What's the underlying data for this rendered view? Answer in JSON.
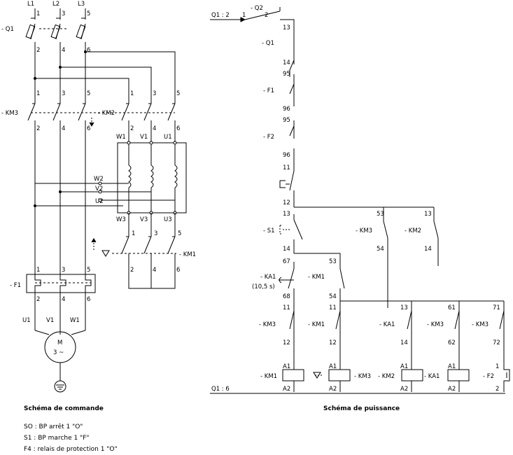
{
  "power": {
    "phases": [
      "L1",
      "L2",
      "L3"
    ],
    "phase_nums": [
      "1",
      "3",
      "5"
    ],
    "q1": "- Q1",
    "q1_out": [
      "2",
      "4",
      "6"
    ],
    "km3": "- KM3",
    "km2": "- KM2",
    "km3_in": [
      "1",
      "3",
      "5"
    ],
    "km3_out": [
      "2",
      "4",
      "6"
    ],
    "km2_in": [
      "1",
      "3",
      "5"
    ],
    "km2_out": [
      "2",
      "4",
      "6"
    ],
    "winding_top": [
      "W1",
      "V1",
      "U1"
    ],
    "winding_mid": [
      "W2",
      "V2",
      "U2"
    ],
    "winding_bot": [
      "W3",
      "V3",
      "U3"
    ],
    "km1": "- KM1",
    "km1_in": [
      "1",
      "3",
      "5"
    ],
    "km1_out": [
      "2",
      "4",
      "6"
    ],
    "f1": "- F1",
    "f1_in": [
      "1",
      "3",
      "5"
    ],
    "f1_out": [
      "2",
      "4",
      "6"
    ],
    "motor_terms": [
      "U1",
      "V1",
      "W1"
    ],
    "motor_m": "M",
    "motor_phase": "3 ~"
  },
  "control": {
    "q1_2": "Q1 : 2",
    "q2_1": "1",
    "q2_2": "2",
    "q2": "- Q2",
    "n13a": "13",
    "q1": "- Q1",
    "n14a": "14",
    "n95a": "95",
    "f1": "- F1",
    "n96a": "96",
    "n95b": "95",
    "f2": "- F2",
    "n96b": "96",
    "n11a": "11",
    "n12a": "12",
    "n13b": "13",
    "n53a": "53",
    "n13c": "13",
    "s1": "- S1",
    "km3a": "- KM3",
    "km2a": "- KM2",
    "n14b": "14",
    "n54a": "54",
    "n14c": "14",
    "n67": "67",
    "n53b": "53",
    "ka1": "- KA1",
    "ka1_t": "(10,5 s)",
    "km1a": "- KM1",
    "n68": "68",
    "n54b": "54",
    "c11a": "11",
    "c11b": "11",
    "c13": "13",
    "c61": "61",
    "c71": "71",
    "km3b": "- KM3",
    "km1b": "- KM1",
    "ka1b": "- KA1",
    "km3c": "- KM3",
    "km3d": "- KM3",
    "c12a": "12",
    "c12b": "12",
    "c14": "14",
    "c62": "62",
    "c72": "72",
    "a1": "A1",
    "a2": "A2",
    "t1": "1",
    "t2": "2",
    "coil_km1": "- KM1",
    "coil_km3": "- KM3",
    "coil_km2": "- KM2",
    "coil_ka1": "- KA1",
    "coil_f2": "- F2",
    "q1_6": "Q1 : 6"
  },
  "captions": {
    "left": "Schéma de commande",
    "right": "Schéma de puissance"
  },
  "legend": [
    "SO : BP arrêt 1 \"O\"",
    "S1 : BP marche 1 \"F\"",
    "F4 : relais de protection 1 \"O\""
  ]
}
